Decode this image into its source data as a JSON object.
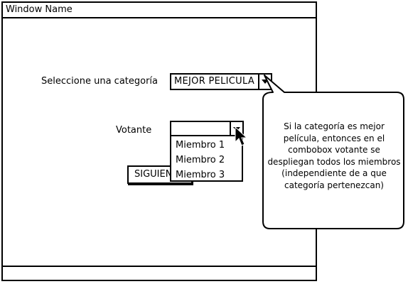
{
  "window": {
    "title": "Window Name"
  },
  "form": {
    "category_label": "Seleccione una categoría",
    "category_value": "MEJOR PELICULA",
    "voter_label": "Votante",
    "voter_value": "",
    "voter_options": [
      "Miembro 1",
      "Miembro 2",
      "Miembro 3"
    ],
    "next_button": "SIGUIENTE"
  },
  "callout": {
    "text": "Si la categoría es mejor película, entonces en el combobox votante se despliegan todos los miembros (independiente de a que categoría pertenezcan)"
  }
}
